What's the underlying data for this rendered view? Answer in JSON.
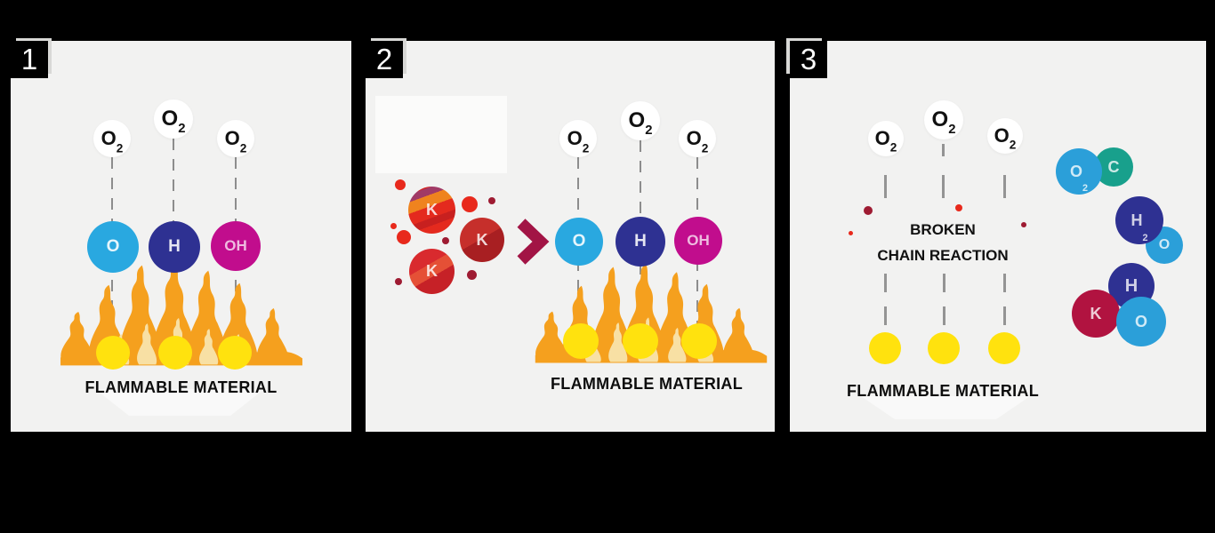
{
  "labels": {
    "o2": {
      "main": "O",
      "sub": "2"
    }
  },
  "colors": {
    "background": "#000000",
    "panel": "#f2f2f1",
    "oxygen_blue": "#29a8e0",
    "hydrogen_navy": "#2e3192",
    "hydroxide_magenta": "#c10d8d",
    "flame_orange": "#f5a01e",
    "flame_inner_cream": "#f8e0a4",
    "fuel_yellow": "#ffe20e",
    "potassium_red": "#da2420",
    "potassium_dark_red": "#a81f22",
    "arrow_maroon": "#a21445",
    "carbon_teal": "#18a08c",
    "potassium_crimson": "#b11340",
    "product_blue": "#2b9fd9"
  },
  "panels": [
    {
      "badge": "1",
      "radicals": [
        "O",
        "H",
        "OH"
      ],
      "caption": "FLAMMABLE MATERIAL"
    },
    {
      "badge": "2",
      "agents": [
        "K",
        "K",
        "K"
      ],
      "radicals": [
        "O",
        "H",
        "OH"
      ],
      "caption": "FLAMMABLE MATERIAL"
    },
    {
      "badge": "3",
      "status": [
        "BROKEN",
        "CHAIN REACTION"
      ],
      "caption": "FLAMMABLE MATERIAL",
      "products": {
        "co2": [
          {
            "main": "O",
            "sub": "2"
          },
          {
            "main": "C",
            "sub": ""
          }
        ],
        "h2o": [
          {
            "main": "H",
            "sub": "2"
          },
          {
            "main": "O",
            "sub": ""
          }
        ],
        "koh": [
          {
            "main": "H",
            "sub": ""
          },
          {
            "main": "K",
            "sub": ""
          },
          {
            "main": "O",
            "sub": ""
          }
        ]
      }
    }
  ]
}
